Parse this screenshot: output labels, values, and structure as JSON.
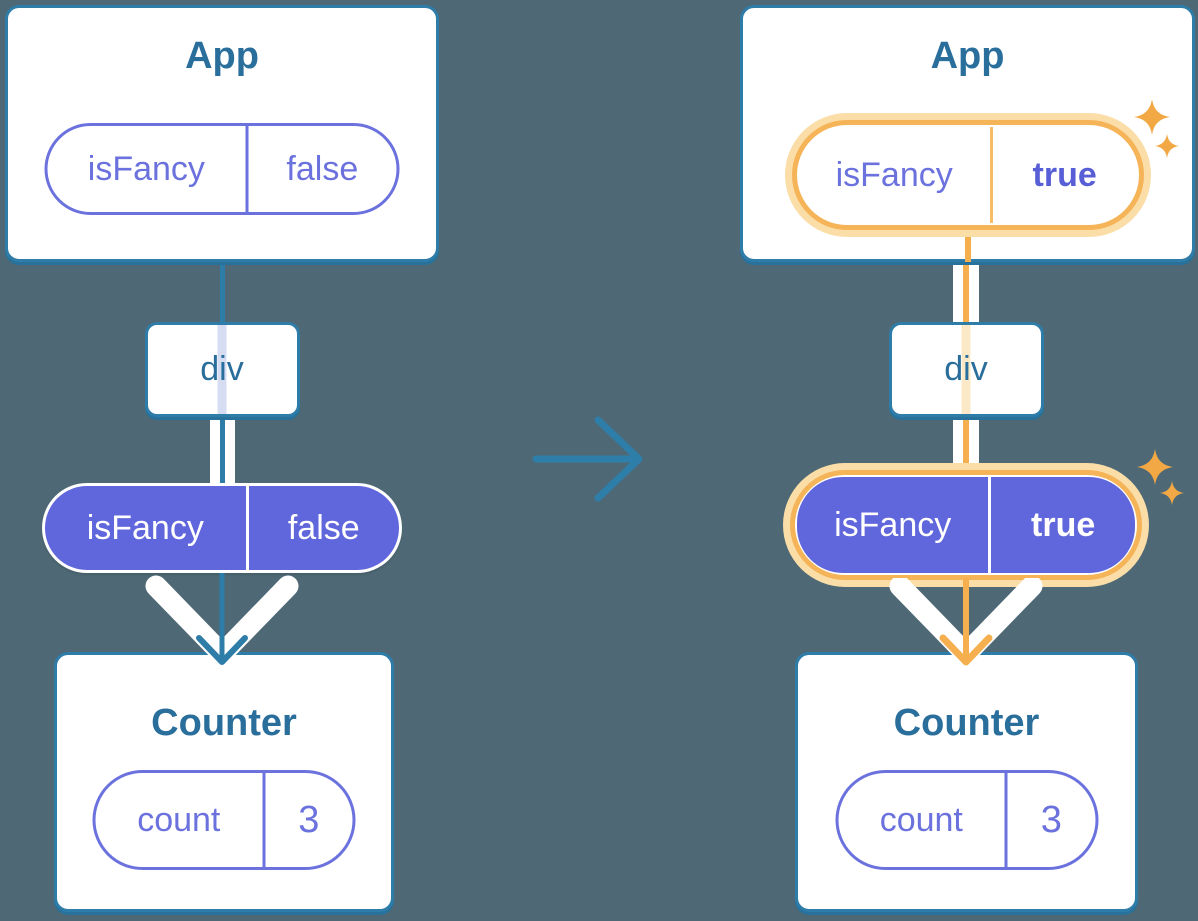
{
  "palette": {
    "background": "#4E6975",
    "box_border_blue": "#2E7CA8",
    "title_text_blue": "#2A6E9C",
    "pill_purple_fill": "#6066DB",
    "pill_purple_outline": "#6B72DE",
    "highlight_orange": "#F5B458",
    "highlight_glow": "#FBDDA8",
    "sparkle_orange": "#F2A844",
    "arrow_blue": "#2E7EAA"
  },
  "transition": {
    "arrow_icon": "right-arrow"
  },
  "before": {
    "app": {
      "title": "App",
      "prop_name": "isFancy",
      "prop_value": "false"
    },
    "container": {
      "label": "div"
    },
    "passed_prop": {
      "name": "isFancy",
      "value": "false"
    },
    "counter": {
      "title": "Counter",
      "state_name": "count",
      "state_value": "3"
    }
  },
  "after": {
    "app": {
      "title": "App",
      "prop_name": "isFancy",
      "prop_value": "true"
    },
    "container": {
      "label": "div"
    },
    "passed_prop": {
      "name": "isFancy",
      "value": "true"
    },
    "counter": {
      "title": "Counter",
      "state_name": "count",
      "state_value": "3"
    }
  }
}
